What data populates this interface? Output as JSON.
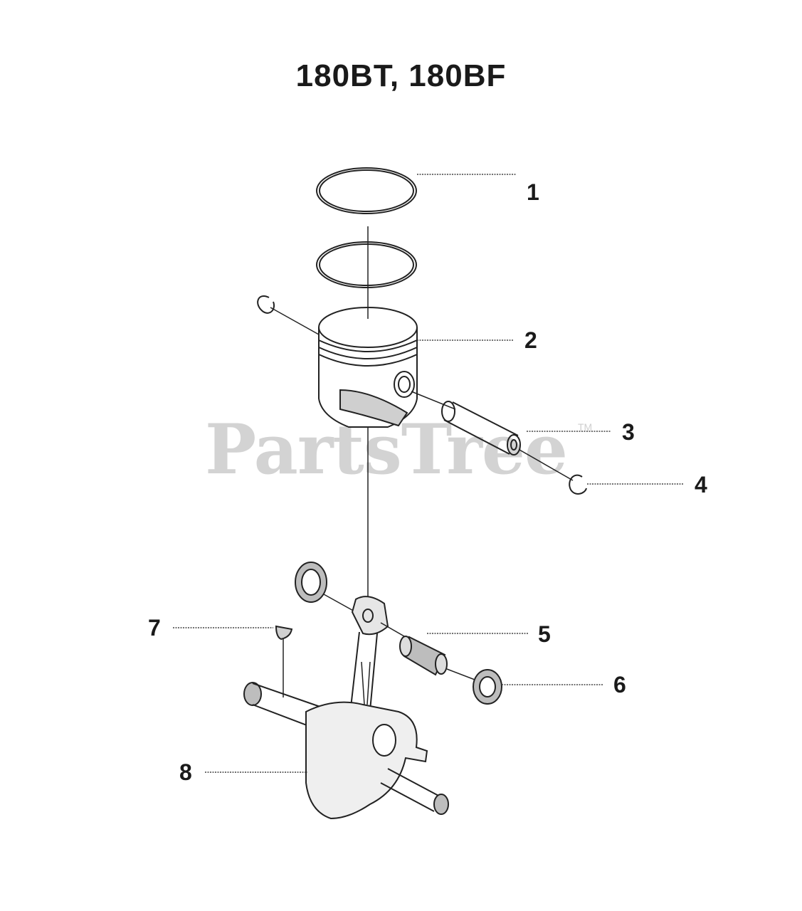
{
  "title": "180BT, 180BF",
  "watermark": {
    "text": "PartsTree",
    "tm": "TM"
  },
  "callouts": [
    {
      "number": "1",
      "part": "piston-ring"
    },
    {
      "number": "2",
      "part": "piston"
    },
    {
      "number": "3",
      "part": "piston-pin"
    },
    {
      "number": "4",
      "part": "circlip"
    },
    {
      "number": "5",
      "part": "needle-bearing"
    },
    {
      "number": "6",
      "part": "thrust-washer"
    },
    {
      "number": "7",
      "part": "woodruff-key"
    },
    {
      "number": "8",
      "part": "crankshaft"
    }
  ]
}
